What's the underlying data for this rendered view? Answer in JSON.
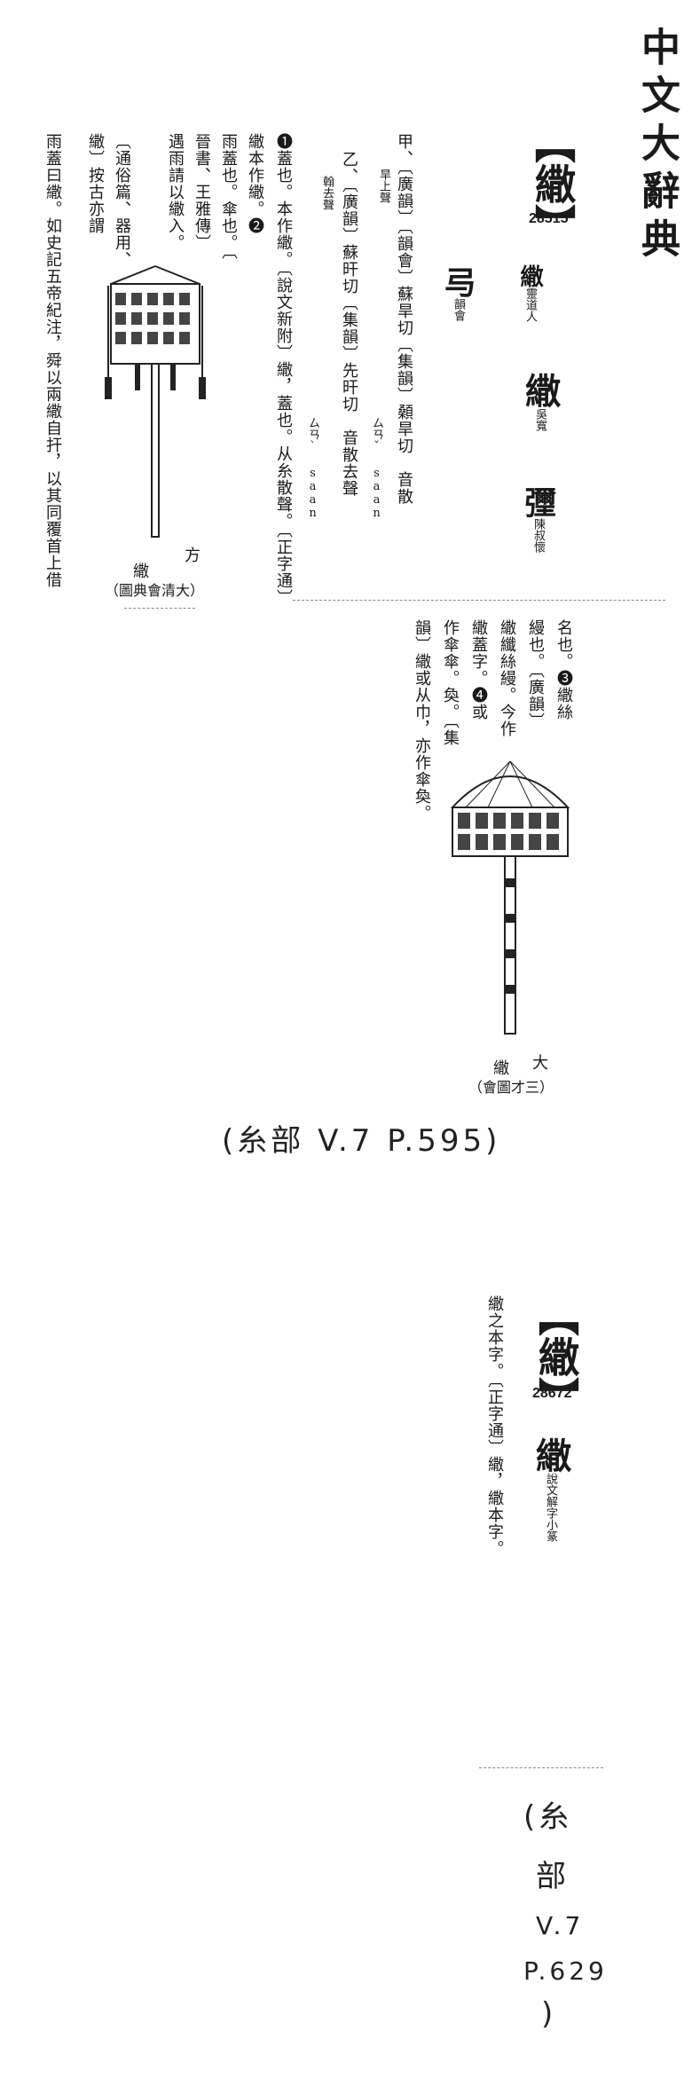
{
  "dictionary": {
    "title": "中文大辭典"
  },
  "entry1": {
    "headword": "【繖】",
    "code": "28515",
    "variants": [
      {
        "form": "繖",
        "source": "靈道人"
      },
      {
        "form": "繖",
        "source": "吳寬"
      },
      {
        "form": "㣆",
        "source": "陳叔懷"
      },
      {
        "form": "㢧",
        "source": "韻會"
      }
    ],
    "reading_a": "甲、〔廣韻〕〔韻會〕蘇旱切〔集韻〕顙旱切　音散",
    "reading_a_tone": "旱上聲",
    "reading_a_bopomofo": "ㄙㄢˇ saan",
    "reading_b": "乙、〔廣韻〕蘇旰切〔集韻〕先旰切　音散去聲",
    "reading_b_tone": "翰去聲",
    "reading_b_bopomofo": "ㄙㄢˋ saan",
    "def1": "❶蓋也。本作繖。〔說文新附〕繖，蓋也。从糸散聲。〔正字通〕",
    "def2_col1": "繖本作繖。❷",
    "def2_col2": "雨蓋也。傘也。〔",
    "def2_col3": "晉書、王雅傳〕",
    "def2_col4": "遇雨請以繖入。",
    "def2_col5": "〔通俗篇、器用、",
    "def2_col6": "繖〕按古亦謂",
    "def2_col7": "雨蓋曰繖。如史記五帝紀注，舜以兩繖自扞，以其同覆首上借",
    "fig1_caption_a": "方",
    "fig1_caption_b": "繖",
    "fig1_caption_c": "（圖典會清大）",
    "right_col1": "名也。❸繖絲",
    "right_col2": "縵也。〔廣韻〕",
    "right_col3": "繖纖絲縵。今作",
    "right_col4": "繖蓋字。❹或",
    "right_col5": "作傘傘。奐。〔集",
    "right_col6": "韻〕繖或从巾，亦作傘奐。",
    "fig2_caption_a": "大",
    "fig2_caption_b": "繖",
    "fig2_caption_c": "（會圖才三）"
  },
  "handnote1": "(糸部 V.7 P.595)",
  "entry2": {
    "headword": "【繖】",
    "code": "28672",
    "text": "繖之本字。〔正字通〕繖，繖本字。",
    "seal_form": "繖",
    "seal_source": "說文解字小篆"
  },
  "handnote2": [
    "(糸",
    "部",
    "V.7",
    "P.629",
    ")"
  ]
}
